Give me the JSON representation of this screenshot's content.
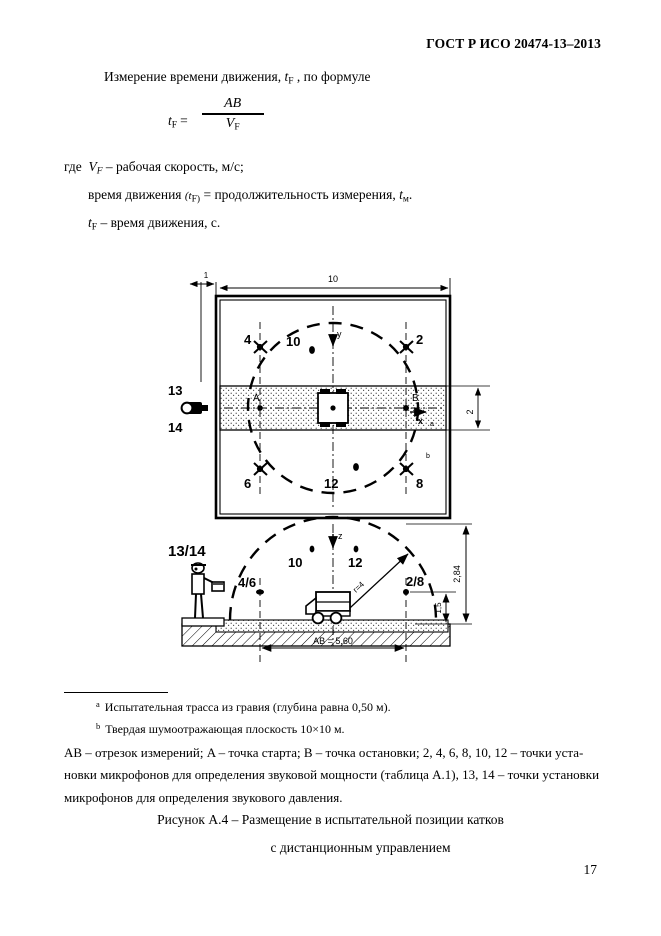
{
  "header": {
    "standard": "ГОСТ Р ИСО 20474-13–2013"
  },
  "body": {
    "intro_before": "Измерение времени движения, ",
    "intro_var": "t",
    "intro_sub": "F",
    "intro_after": " , по формуле",
    "formula": {
      "lhs_var": "t",
      "lhs_sub": "F",
      "equals": "=",
      "numerator": "AB",
      "denominator_var": "V",
      "denominator_sub": "F"
    },
    "where_label": "где",
    "where_var": "V",
    "where_sub": "F",
    "where_text": " – рабочая скорость, м/с;",
    "def1_before": "время движения ",
    "def1_var": "(t",
    "def1_sub": "F)",
    "def1_after": " = продолжительность измерения, ",
    "def1_var2": "t",
    "def1_sub2": "м",
    "def1_end": ".",
    "def2_var": "t",
    "def2_sub": "F",
    "def2_text": " – время движения, с."
  },
  "figure": {
    "plan_view": {
      "dim_left": "1",
      "dim_top": "10",
      "dim_right": "2",
      "mic_top_left": "4",
      "mic_top_mid": "10",
      "mic_top_right": "2",
      "mic_bottom_left": "6",
      "mic_bottom_mid": "12",
      "mic_bottom_right": "8",
      "point_a": "A",
      "point_b": "B",
      "axis_x": "x",
      "axis_y": "y",
      "mic_left_upper": "13",
      "mic_left_lower": "14",
      "footnote_mark_a": "a",
      "footnote_mark_b": "b"
    },
    "side_view": {
      "operator_label": "13/14",
      "mic_left": "4/6",
      "mic_mid_left": "10",
      "mic_mid_right": "12",
      "mic_right": "2/8",
      "radius": "r=4",
      "axis_z": "z",
      "dim_height_total": "2,84",
      "dim_height_mic": "1,5",
      "dim_ab": "AB = 5,60"
    }
  },
  "footnotes": {
    "a_mark": "a",
    "a_text": "Испытательная трасса из гравия (глубина равна 0,50 м).",
    "b_mark": "b",
    "b_text": "Твердая шумоотражающая плоскость 10×10 м."
  },
  "legend": {
    "line1": "AB – отрезок измерений; A – точка старта; B – точка остановки; 2, 4, 6, 8, 10, 12 – точки уста-",
    "line2": "новки микрофонов для определения звуковой мощности (таблица А.1), 13, 14 – точки установки",
    "line3": "микрофонов для определения звукового давления."
  },
  "caption": {
    "line1": "Рисунок А.4 –  Размещение в испытательной позиции катков",
    "line2": "с дистанционным управлением"
  },
  "page_number": "17"
}
